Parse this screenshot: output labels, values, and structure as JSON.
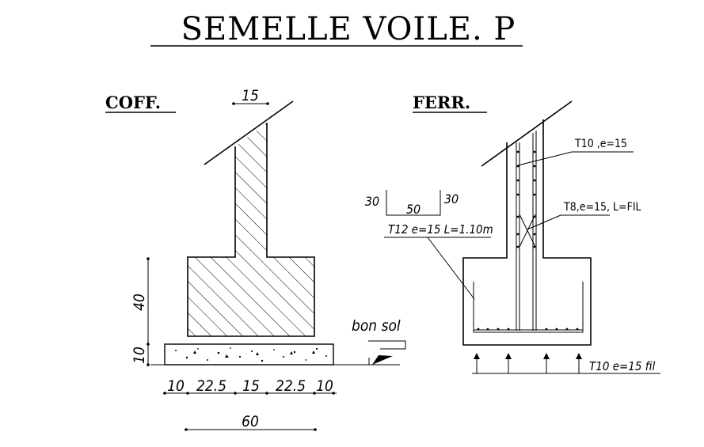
{
  "title": "SEMELLE VOILE. P",
  "coffrage": {
    "label": "COFF.",
    "wall_thickness": "15",
    "footing_height": "40",
    "blinding_height": "10",
    "widths": [
      "10",
      "22.5",
      "15",
      "22.5",
      "10"
    ],
    "total_width": "60",
    "soil_label": "bon sol"
  },
  "ferraillage": {
    "label": "FERR.",
    "wall_bars": "T10 ,e=15",
    "wall_stirrups": "T8,e=15, L=FIL",
    "footing_bars": "T12 e=15 L=1.10m",
    "bar_left_leg": "30",
    "bar_middle": "50",
    "bar_right_leg": "30",
    "distribution_bars": "T10 e=15 fil"
  }
}
